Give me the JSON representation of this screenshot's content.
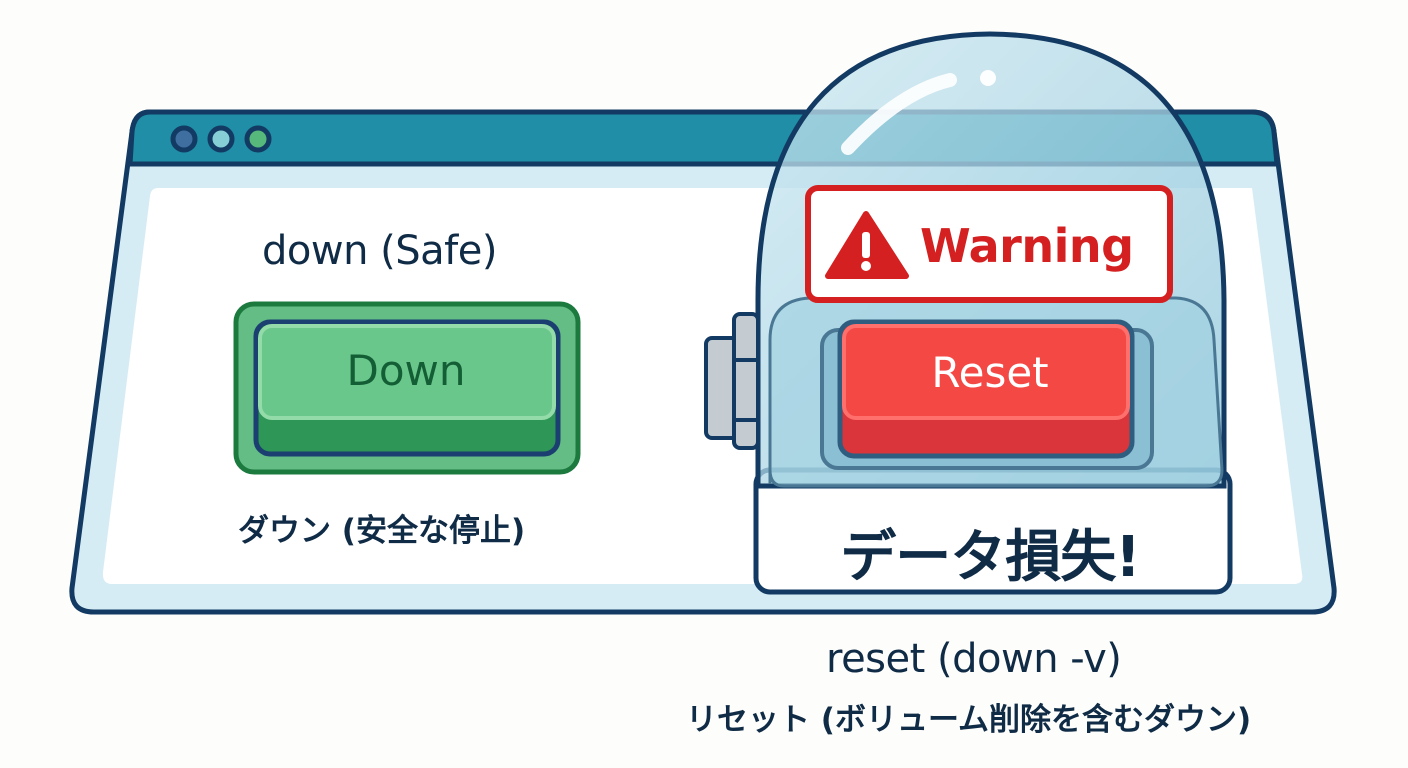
{
  "window": {
    "controls": [
      {
        "name": "close",
        "color": "#3f6ea0"
      },
      {
        "name": "minimize",
        "color": "#86cfd6"
      },
      {
        "name": "maximize",
        "color": "#56b87a"
      }
    ],
    "titlebar_color": "#1f8ea6",
    "frame_color": "#123a63",
    "body_tint": "#d6ecf5"
  },
  "safe_option": {
    "title": "down (Safe)",
    "button_label": "Down",
    "caption": "ダウン (安全な停止)",
    "button_color": "#5fbf7f"
  },
  "danger_option": {
    "warning_label": "Warning",
    "button_label": "Reset",
    "consequence": "データ損失!",
    "title": "reset (down -v)",
    "caption": "リセット (ボリューム削除を含むダウン)",
    "button_color": "#f44845",
    "warning_color": "#d42020"
  }
}
